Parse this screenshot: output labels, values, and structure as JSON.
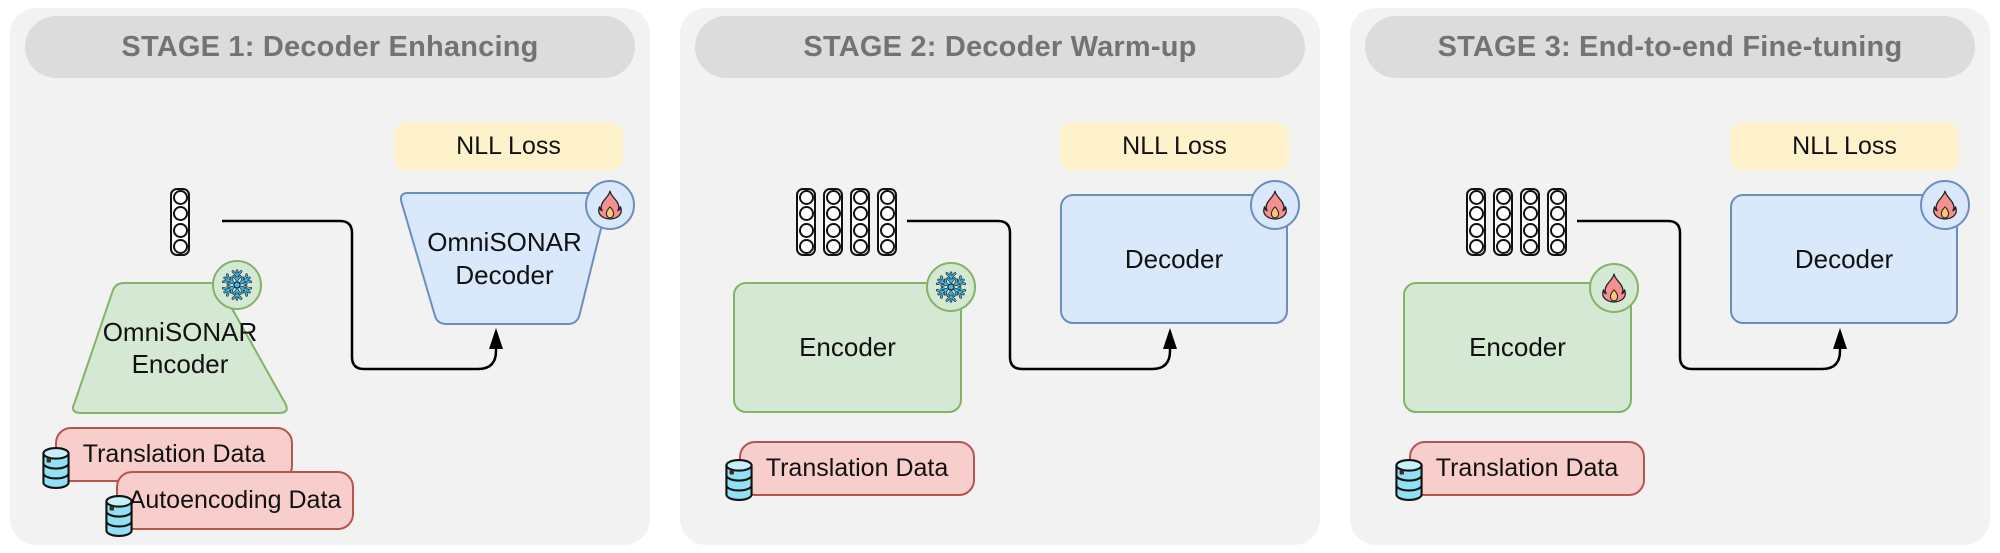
{
  "colors": {
    "panel_bg": "#f2f2f3",
    "header_bg": "#dcdcdc",
    "header_text": "#737373",
    "loss_fill": "#fdf2cc",
    "encoder_fill": "#d5e8d4",
    "encoder_border": "#82b366",
    "decoder_fill": "#dae8fc",
    "decoder_border": "#6c8ebf",
    "data_pill_fill": "#f8cecc",
    "data_pill_border": "#b85450",
    "snowflake": "#41b9e9",
    "flame_outer": "#f59090",
    "flame_inner": "#fbc878",
    "database_fill": "#8fe1f3",
    "arrow": "#000000"
  },
  "stages": [
    {
      "title": "STAGE 1: Decoder Enhancing",
      "loss_label": "NLL Loss",
      "encoder_label": "OmniSONAR Encoder",
      "decoder_label": "OmniSONAR Decoder",
      "encoder_state": "frozen",
      "decoder_state": "trainable",
      "encoder_icon": "snowflake-icon",
      "decoder_icon": "fire-icon",
      "token_columns": 1,
      "datasets": [
        {
          "label": "Translation Data",
          "icon": "database-icon"
        },
        {
          "label": "Autoencoding Data",
          "icon": "database-icon"
        }
      ]
    },
    {
      "title": "STAGE 2: Decoder Warm-up",
      "loss_label": "NLL Loss",
      "encoder_label": "Encoder",
      "decoder_label": "Decoder",
      "encoder_state": "frozen",
      "decoder_state": "trainable",
      "encoder_icon": "snowflake-icon",
      "decoder_icon": "fire-icon",
      "token_columns": 4,
      "datasets": [
        {
          "label": "Translation Data",
          "icon": "database-icon"
        }
      ]
    },
    {
      "title": "STAGE 3: End-to-end Fine-tuning",
      "loss_label": "NLL Loss",
      "encoder_label": "Encoder",
      "decoder_label": "Decoder",
      "encoder_state": "trainable",
      "decoder_state": "trainable",
      "encoder_icon": "fire-icon",
      "decoder_icon": "fire-icon",
      "token_columns": 4,
      "datasets": [
        {
          "label": "Translation Data",
          "icon": "database-icon"
        }
      ]
    }
  ]
}
